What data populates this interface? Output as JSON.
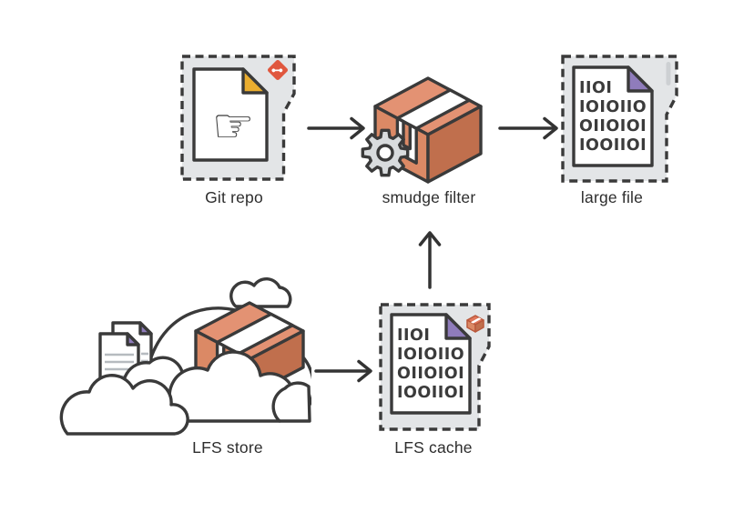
{
  "diagram": {
    "type": "flow-diagram",
    "nodes": [
      {
        "id": "git-repo",
        "label": "Git repo"
      },
      {
        "id": "smudge-filter",
        "label": "smudge filter"
      },
      {
        "id": "large-file",
        "label": "large file"
      },
      {
        "id": "lfs-store",
        "label": "LFS store"
      },
      {
        "id": "lfs-cache",
        "label": "LFS cache"
      }
    ],
    "edges": [
      {
        "from": "git-repo",
        "to": "smudge-filter",
        "direction": "right"
      },
      {
        "from": "smudge-filter",
        "to": "large-file",
        "direction": "right"
      },
      {
        "from": "lfs-cache",
        "to": "smudge-filter",
        "direction": "up"
      },
      {
        "from": "lfs-store",
        "to": "lfs-cache",
        "direction": "right"
      }
    ]
  },
  "binary_lines": [
    "IIOI",
    "IOIOIIO",
    "OIIOIOI",
    "IOOIIOI"
  ],
  "glyphs": {
    "pointing_hand": "☞"
  },
  "icons": [
    "git-diamond-icon",
    "package-icon",
    "gear-icon",
    "pointing-hand-icon",
    "cloud-icon",
    "binary-document-icon",
    "document-icon"
  ],
  "colors": {
    "outline": "#3a3a3a",
    "box_background": "#e3e5e7",
    "salmon_top": "#e39273",
    "salmon_front": "#db8965",
    "salmon_right": "#c06f4d",
    "gold_fold": "#eaad2f",
    "purple_fold": "#8f7cbb",
    "gear_gray": "#d8dbdd",
    "doc_line_gray": "#b6bbbf",
    "ghost_bar_gray": "#cdd0d3",
    "git_orange": "#e0573e",
    "label_text": "#2d2d2d"
  }
}
